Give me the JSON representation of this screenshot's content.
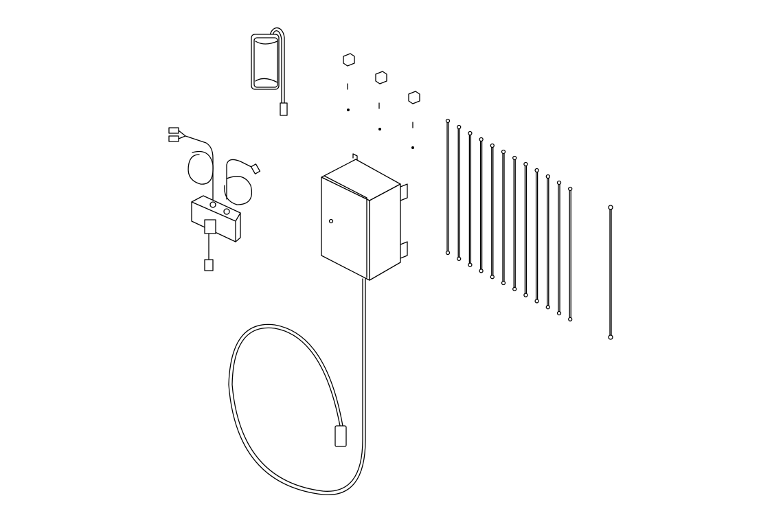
{
  "diagram": {
    "background": "#ffffff",
    "line_color": "#000000",
    "components": [
      "power-adapter",
      "terminal-blocks",
      "screws",
      "washers",
      "junction-box-with-cables",
      "enclosure",
      "enclosure-cable-loop",
      "rods",
      "single-rod"
    ]
  }
}
